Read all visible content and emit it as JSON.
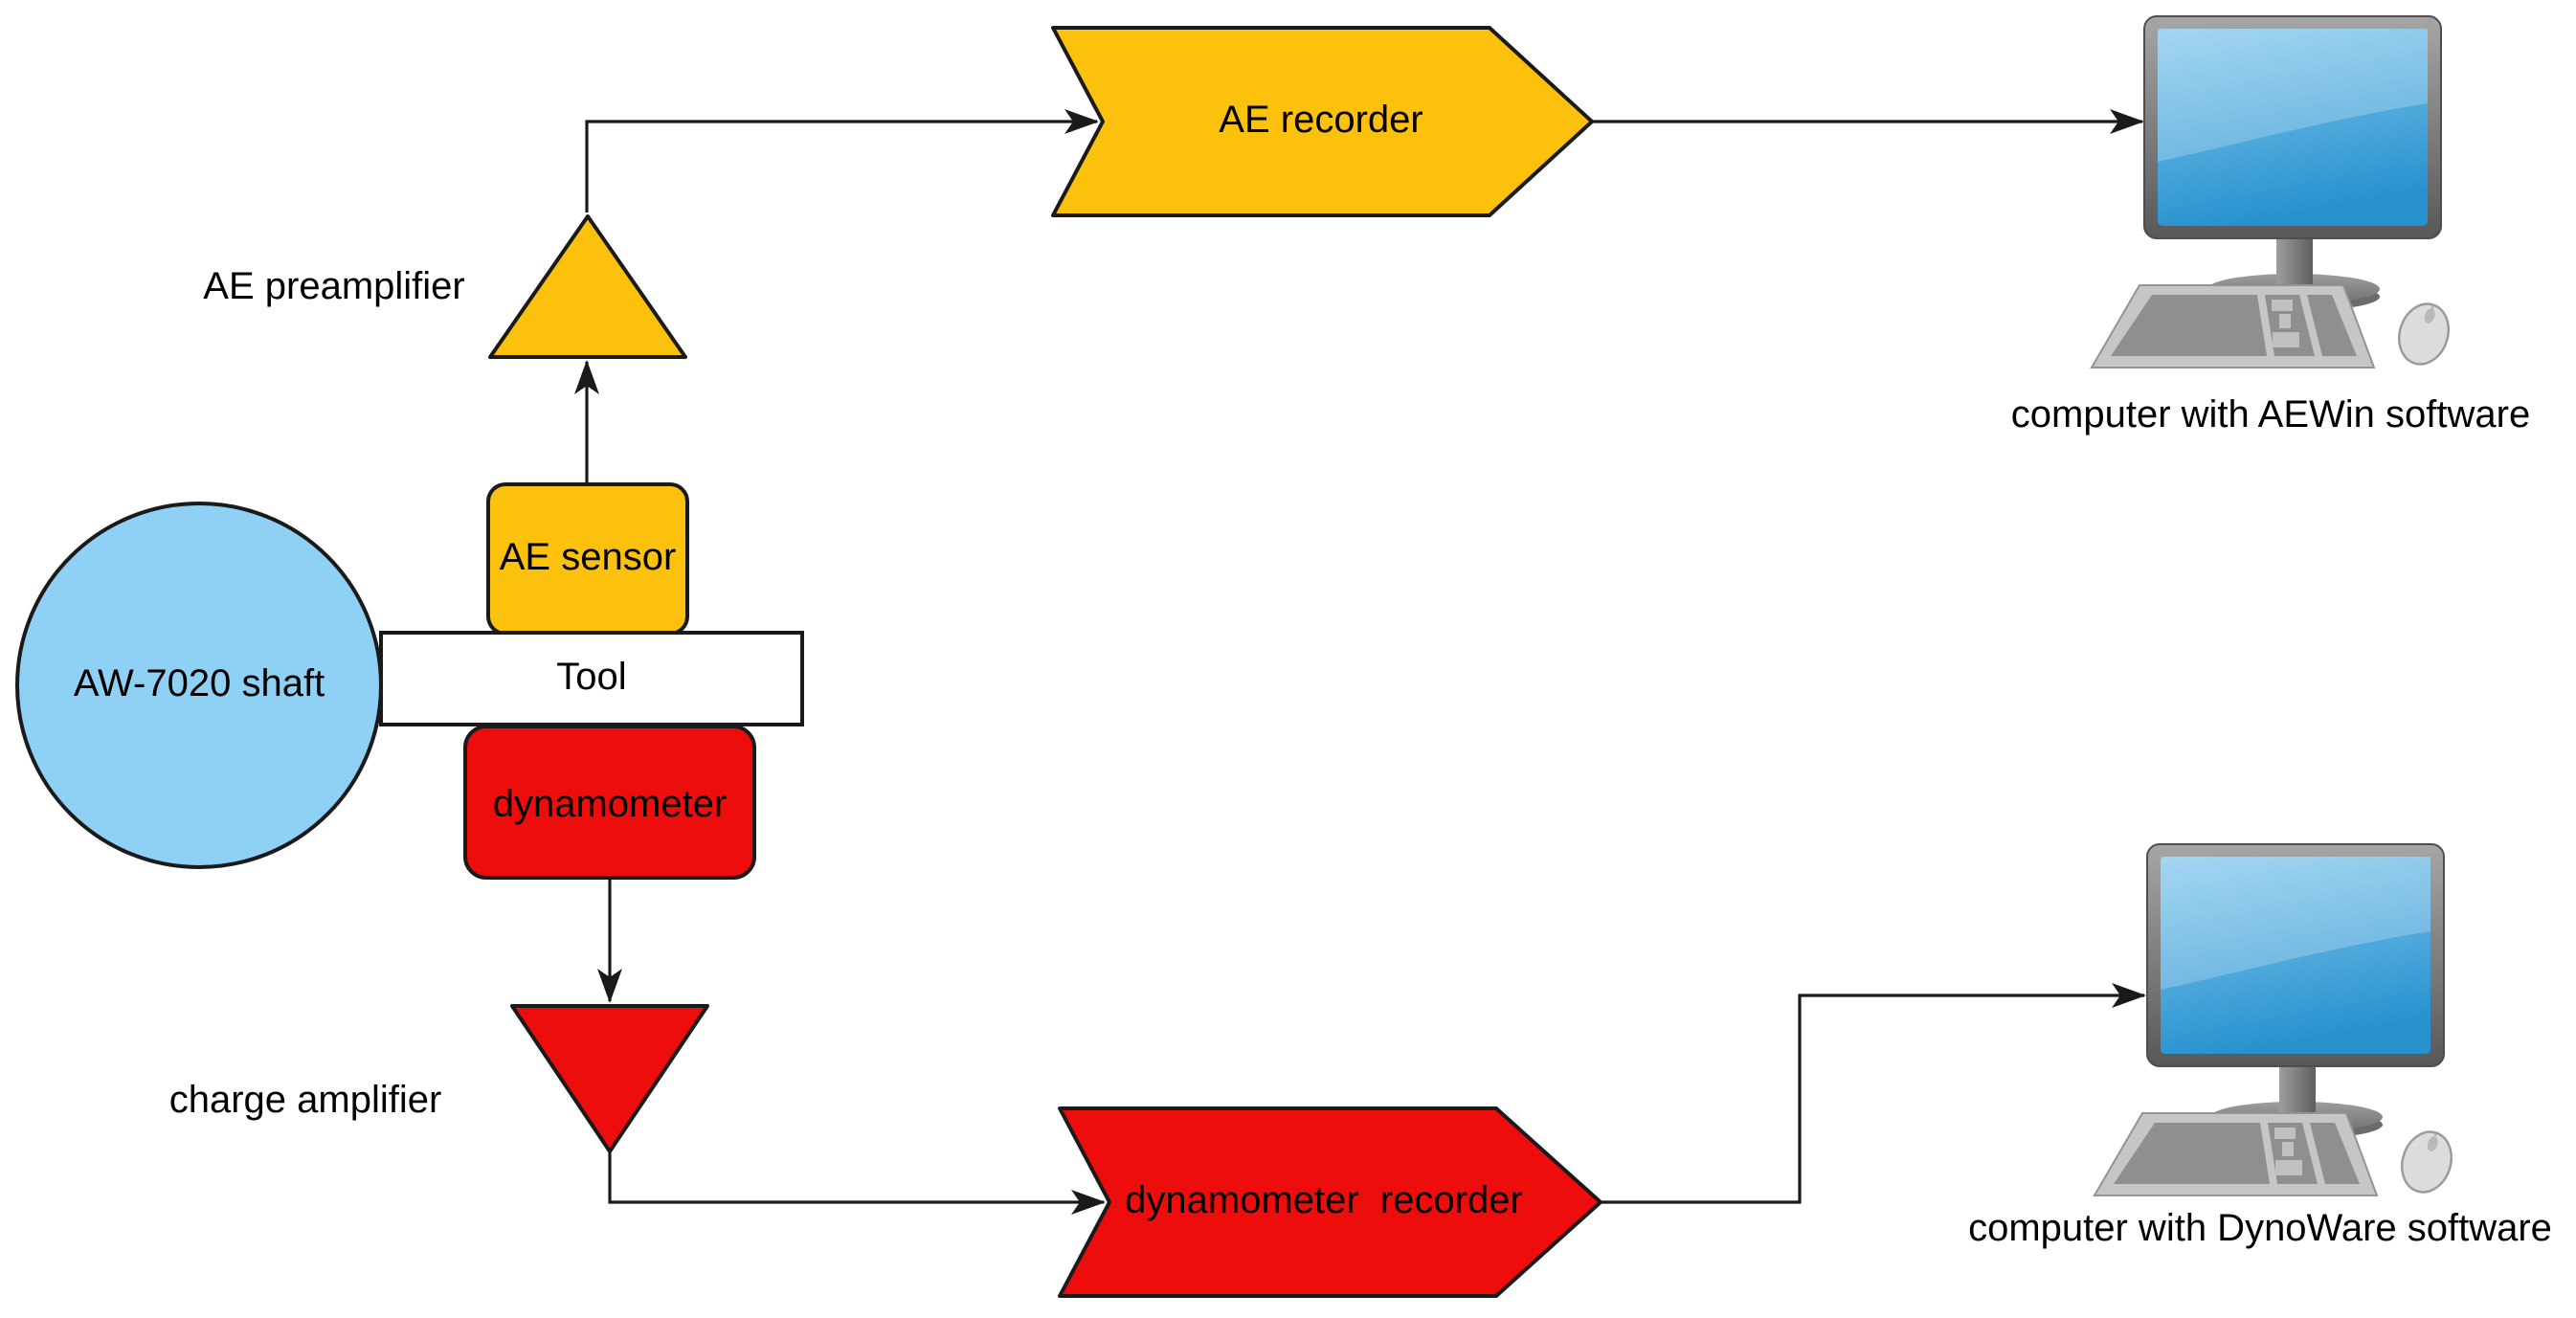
{
  "diagram": {
    "background": "#ffffff",
    "line_color": "#1a1a1a",
    "colors": {
      "yellow": "#FCC10D",
      "red": "#EE0D0D",
      "shaft_blue": "#8FD1F4",
      "white": "#FFFFFF",
      "screen_blue": "#2892CF",
      "monitor_gray": "#7a7a7a",
      "text": "#000000"
    },
    "nodes": {
      "shaft": {
        "label": "AW-7020 shaft",
        "shape": "circle"
      },
      "tool": {
        "label": "Tool",
        "shape": "rectangle"
      },
      "ae_sensor": {
        "label": "AE sensor",
        "shape": "rounded-rectangle"
      },
      "dynamometer": {
        "label": "dynamometer",
        "shape": "rounded-rectangle"
      },
      "ae_preamplifier": {
        "label": "AE preamplifier",
        "shape": "triangle-up"
      },
      "charge_amplifier": {
        "label": "charge amplifier",
        "shape": "triangle-down"
      },
      "ae_recorder": {
        "label": "AE recorder",
        "shape": "chevron-arrow"
      },
      "dynamometer_recorder": {
        "label": "dynamometer  recorder",
        "shape": "chevron-arrow"
      },
      "computer_aewin": {
        "label": "computer with AEWin software",
        "shape": "computer-clipart"
      },
      "computer_dynoware": {
        "label": "computer with DynoWare software",
        "shape": "computer-clipart"
      }
    },
    "connections": [
      "AE sensor -> AE preamplifier",
      "AE preamplifier -> AE recorder",
      "AE recorder -> computer with AEWin software",
      "dynamometer -> charge amplifier",
      "charge amplifier -> dynamometer recorder",
      "dynamometer recorder -> computer with DynoWare software"
    ]
  }
}
